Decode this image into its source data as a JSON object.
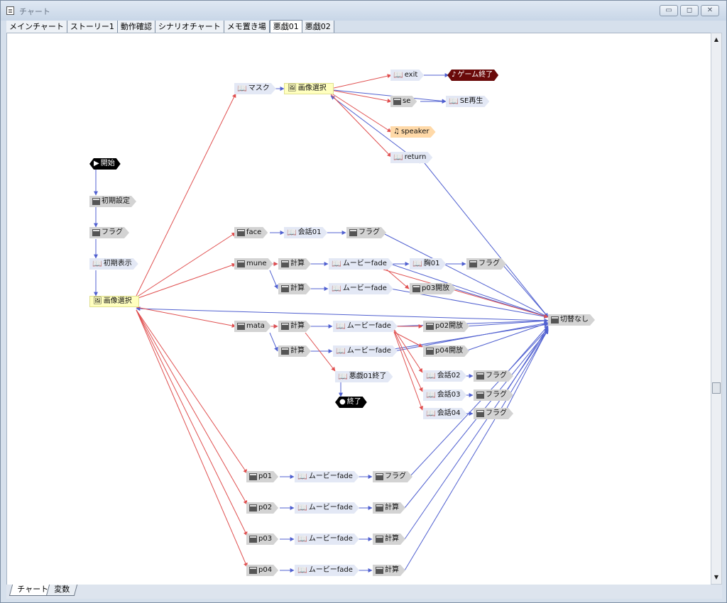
{
  "window": {
    "title": "チャート",
    "controls": {
      "minimize": "▭",
      "maximize": "◻",
      "close": "✕"
    }
  },
  "tabs": [
    "メインチャート",
    "ストーリー1",
    "動作確認",
    "シナリオチャート",
    "メモ置き場",
    "悪戯01",
    "悪戯02"
  ],
  "active_tab": "悪戯01",
  "bottom_tabs": [
    "チャート",
    "変数"
  ],
  "colors": {
    "edge_red": "#e05050",
    "edge_blue": "#5060d0"
  },
  "nodes": {
    "start": "開始",
    "init_settings": "初期設定",
    "flag_a": "フラグ",
    "init_display": "初期表示",
    "select_main": "画像選択",
    "mask": "マスク",
    "select_top": "画像選択",
    "exit": "exit",
    "game_end": "ゲーム終了",
    "se": "se",
    "se_play": "SE再生",
    "speaker": "speaker",
    "return": "return",
    "face": "face",
    "talk01": "会話01",
    "flag_face": "フラグ",
    "mune": "mune",
    "calc_m1": "計算",
    "movie_m1": "ムービーfade",
    "mune01": "胸01",
    "flag_mune": "フラグ",
    "calc_m2": "計算",
    "movie_m2": "ムービーfade",
    "p03_open": "p03開放",
    "switch_none": "切替なし",
    "mata": "mata",
    "calc_t1": "計算",
    "movie_t1": "ムービーfade",
    "p02_open": "p02開放",
    "calc_t2": "計算",
    "movie_t2": "ムービーfade",
    "p04_open": "p04開放",
    "akugi_end": "悪戯01終了",
    "end": "終了",
    "talk02": "会話02",
    "flag02": "フラグ",
    "talk03": "会話03",
    "flag03": "フラグ",
    "talk04": "会話04",
    "flag04": "フラグ",
    "p01": "p01",
    "movie_p01": "ムービーfade",
    "flag_p01": "フラグ",
    "p02": "p02",
    "movie_p02": "ムービーfade",
    "calc_p02": "計算",
    "p03": "p03",
    "movie_p03": "ムービーfade",
    "calc_p03": "計算",
    "p04": "p04",
    "movie_p04": "ムービーfade",
    "calc_p04": "計算"
  }
}
